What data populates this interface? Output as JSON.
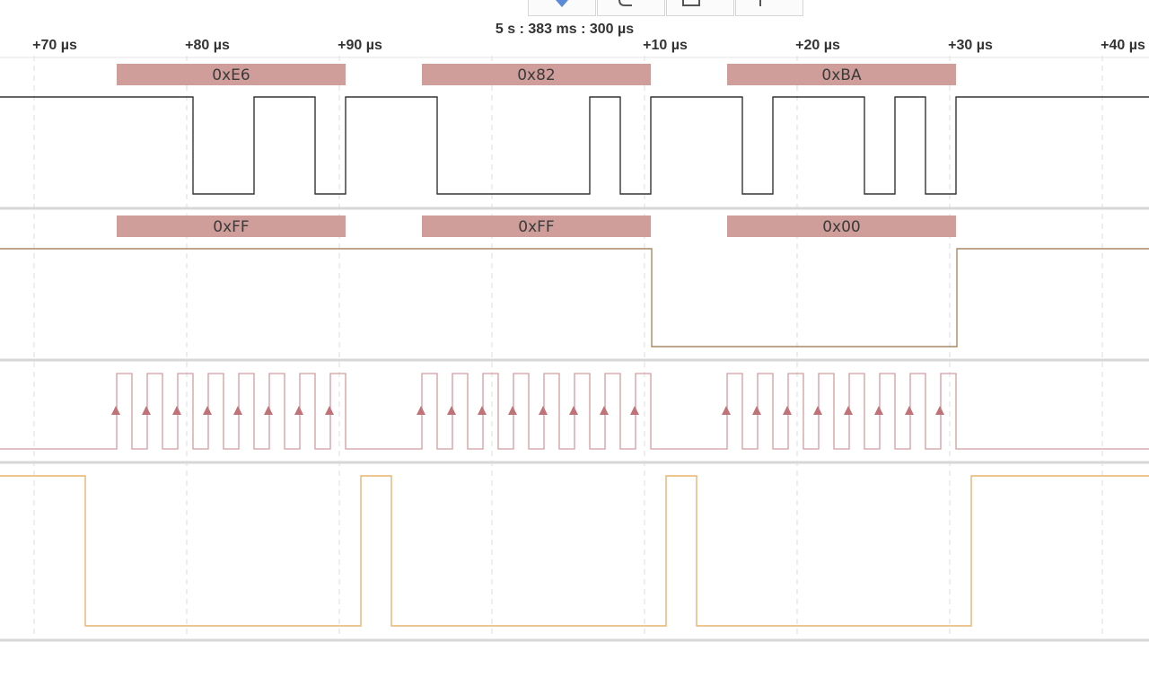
{
  "toolbar": {
    "buttons": [
      {
        "name": "play-icon"
      },
      {
        "name": "loop-icon"
      },
      {
        "name": "save-icon"
      },
      {
        "name": "add-icon"
      }
    ]
  },
  "timeline": {
    "center_time": "5 s : 383 ms : 300 µs",
    "ticks": [
      "+70 µs",
      "+80 µs",
      "+90 µs",
      "+10 µs",
      "+20 µs",
      "+30 µs",
      "+40 µs"
    ]
  },
  "channels": [
    {
      "id": "data-out",
      "color": "#333333",
      "decode_color": "#cf9e9a",
      "decodes": [
        "0xE6",
        "0x82",
        "0xBA"
      ]
    },
    {
      "id": "data-in",
      "color": "#a98866",
      "decode_color": "#cf9e9a",
      "decodes": [
        "0xFF",
        "0xFF",
        "0x00"
      ]
    },
    {
      "id": "clock",
      "color": "#d49ca0",
      "marker_color": "#c07278"
    },
    {
      "id": "enable",
      "color": "#e8b46e"
    }
  ]
}
